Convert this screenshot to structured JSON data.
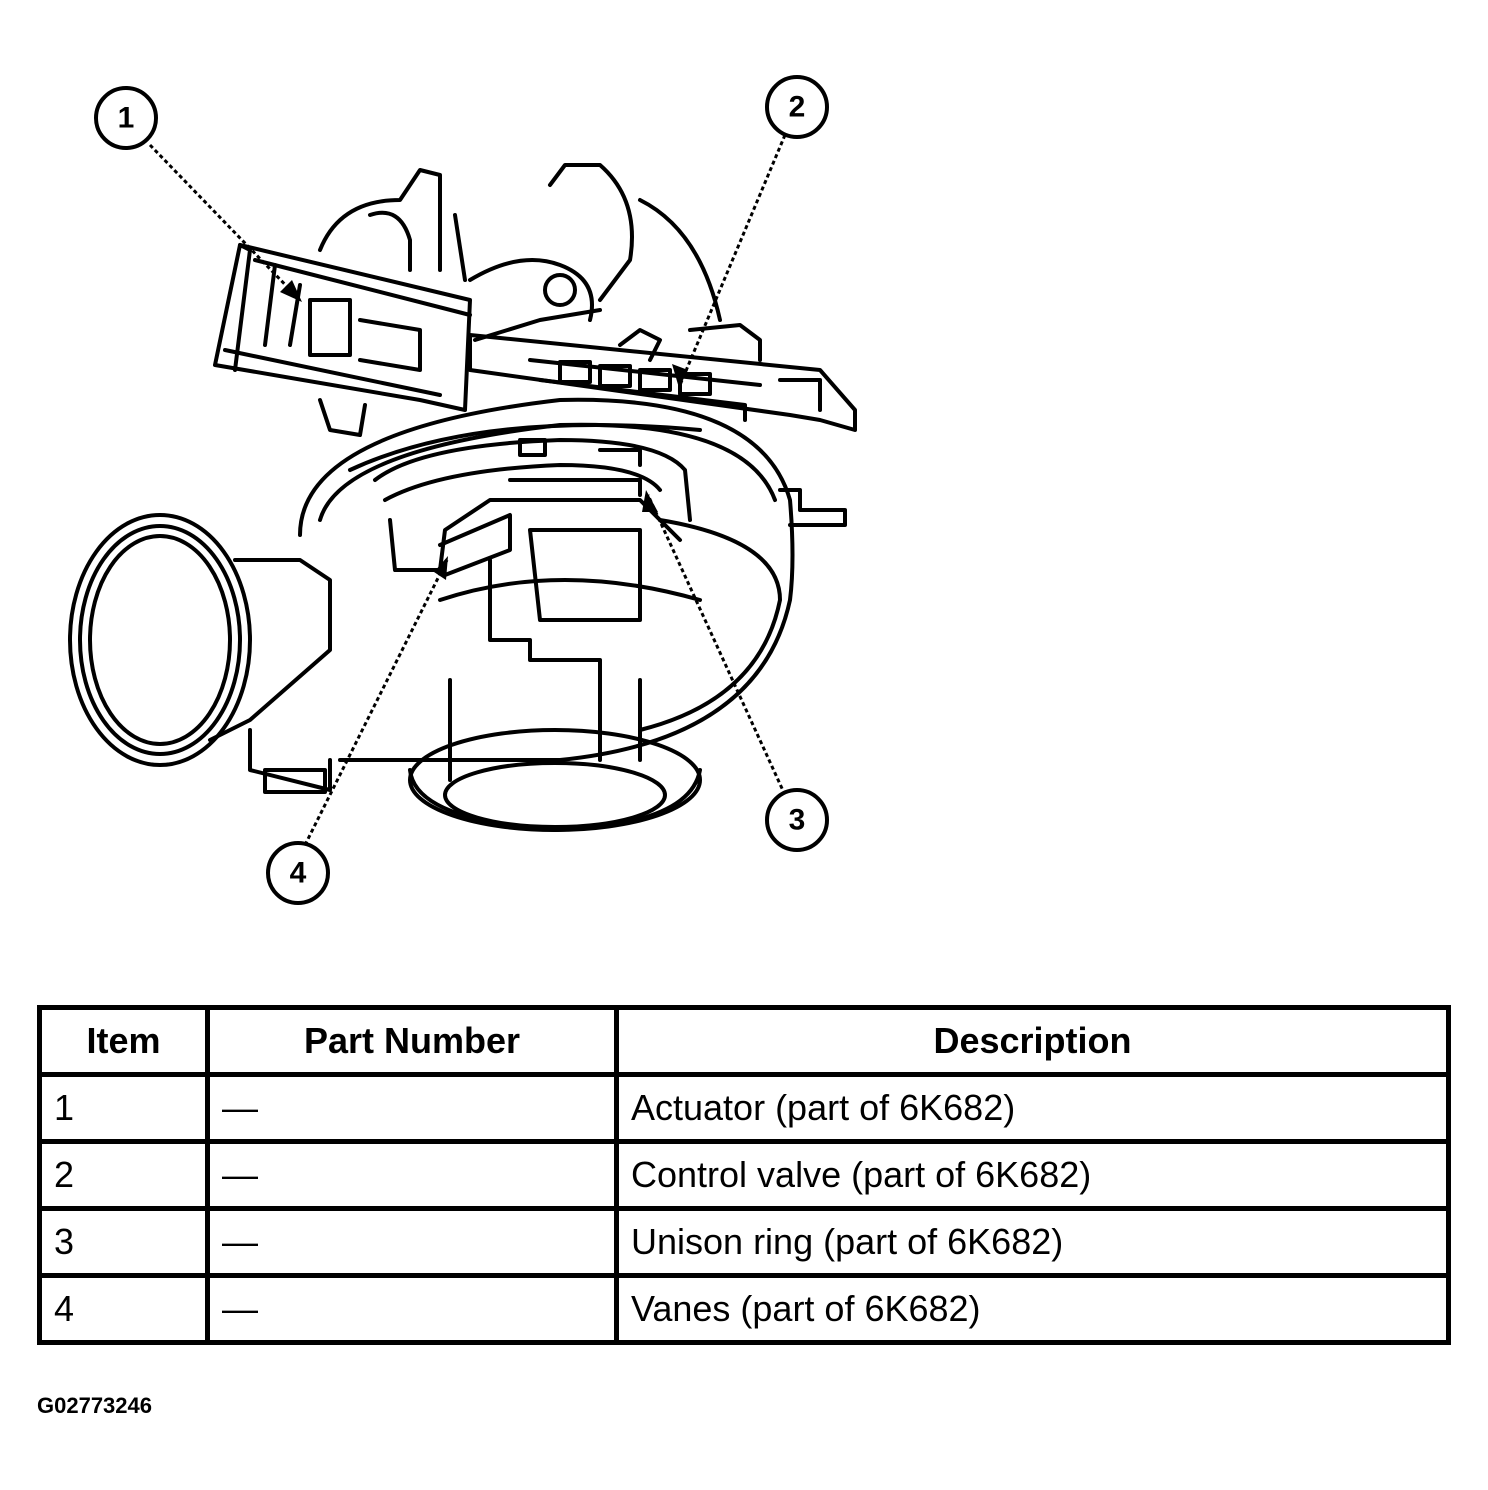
{
  "callouts": [
    {
      "number": "1",
      "label": "Actuator"
    },
    {
      "number": "2",
      "label": "Control valve"
    },
    {
      "number": "3",
      "label": "Unison ring"
    },
    {
      "number": "4",
      "label": "Vanes"
    }
  ],
  "table": {
    "headers": {
      "item": "Item",
      "part_number": "Part Number",
      "description": "Description"
    },
    "rows": [
      {
        "item": "1",
        "part_number": "—",
        "description": "Actuator (part of 6K682)"
      },
      {
        "item": "2",
        "part_number": "—",
        "description": "Control valve (part of 6K682)"
      },
      {
        "item": "3",
        "part_number": "—",
        "description": "Unison ring (part of 6K682)"
      },
      {
        "item": "4",
        "part_number": "—",
        "description": "Vanes (part of 6K682)"
      }
    ]
  },
  "figure_id": "G02773246",
  "colors": {
    "line": "#000000",
    "background": "#ffffff"
  }
}
